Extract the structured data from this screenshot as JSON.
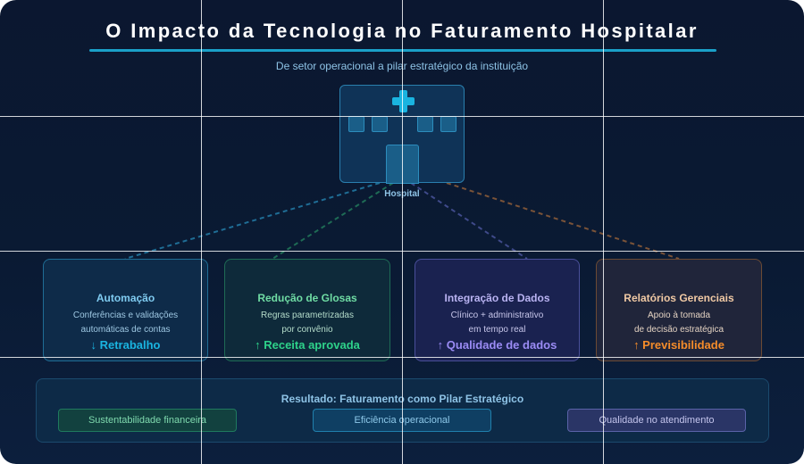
{
  "title": "O Impacto da Tecnologia no Faturamento Hospitalar",
  "subtitle": "De setor operacional a pilar estratégico da instituição",
  "hospital": {
    "label": "Hospital"
  },
  "cards": [
    {
      "title": "Automação",
      "desc1": "Conferências e validações",
      "desc2": "automáticas de contas",
      "metric": "↓ Retrabalho"
    },
    {
      "title": "Redução de Glosas",
      "desc1": "Regras parametrizadas",
      "desc2": "por convênio",
      "metric": "↑ Receita aprovada"
    },
    {
      "title": "Integração de Dados",
      "desc1": "Clínico + administrativo",
      "desc2": "em tempo real",
      "metric": "↑ Qualidade de dados"
    },
    {
      "title": "Relatórios Gerenciais",
      "desc1": "Apoio à tomada",
      "desc2": "de decisão estratégica",
      "metric": "↑ Previsibilidade"
    }
  ],
  "result": {
    "title": "Resultado: Faturamento como Pilar Estratégico",
    "pills": [
      "Sustentabilidade financeira",
      "Eficiência operacional",
      "Qualidade no atendimento"
    ]
  },
  "colors": {
    "background": "#0b1730",
    "accent": "#1ab4e0",
    "green": "#2ed28a",
    "purple": "#9b8cf5",
    "orange": "#f58c2a"
  }
}
